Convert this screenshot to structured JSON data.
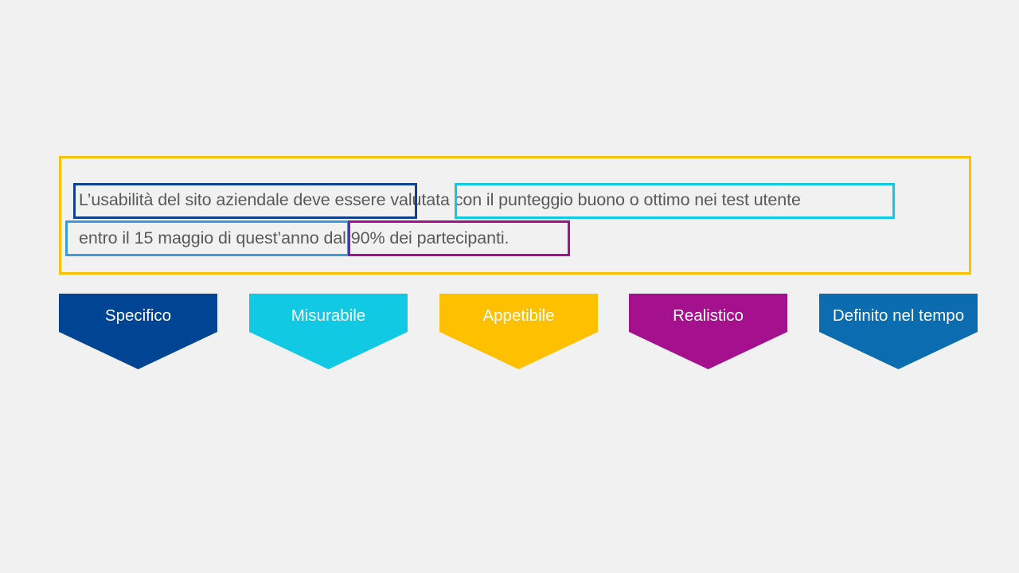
{
  "canvas": {
    "background": "#f1f1f1",
    "text_color": "#595959"
  },
  "statement": {
    "outer_border_color": "#FFC000",
    "line_1": "L’usabilità del sito aziendale deve essere valutata con il punteggio buono o ottimo nei test utente",
    "line_2": "entro il 15 maggio di quest’anno dal 90% dei partecipanti.",
    "full_text": "L’usabilità del sito aziendale deve essere valutata con il punteggio buono o ottimo nei test utente entro il 15 maggio di quest’anno dal 90% dei partecipanti.",
    "highlights": [
      {
        "id": "specifico",
        "phrase": "L’usabilità del sito aziendale deve essere",
        "color": "#10428C"
      },
      {
        "id": "misurabile",
        "phrase": "valutata con il punteggio buono o ottimo nei test utente",
        "color": "#12C9E3"
      },
      {
        "id": "definito-nel-tempo",
        "phrase": "entro il 15 maggio di quest’anno",
        "color": "#3C9BDC"
      },
      {
        "id": "realistico",
        "phrase": "dal 90% dei partecipanti.",
        "color": "#A5108C"
      }
    ]
  },
  "banners": [
    {
      "label": "Specifico",
      "color": "#004494"
    },
    {
      "label": "Misurabile",
      "color": "#12C9E3"
    },
    {
      "label": "Appetibile",
      "color": "#FFC000"
    },
    {
      "label": "Realistico",
      "color": "#A5108C"
    },
    {
      "label": "Definito nel tempo",
      "color": "#0B6CB0"
    }
  ]
}
